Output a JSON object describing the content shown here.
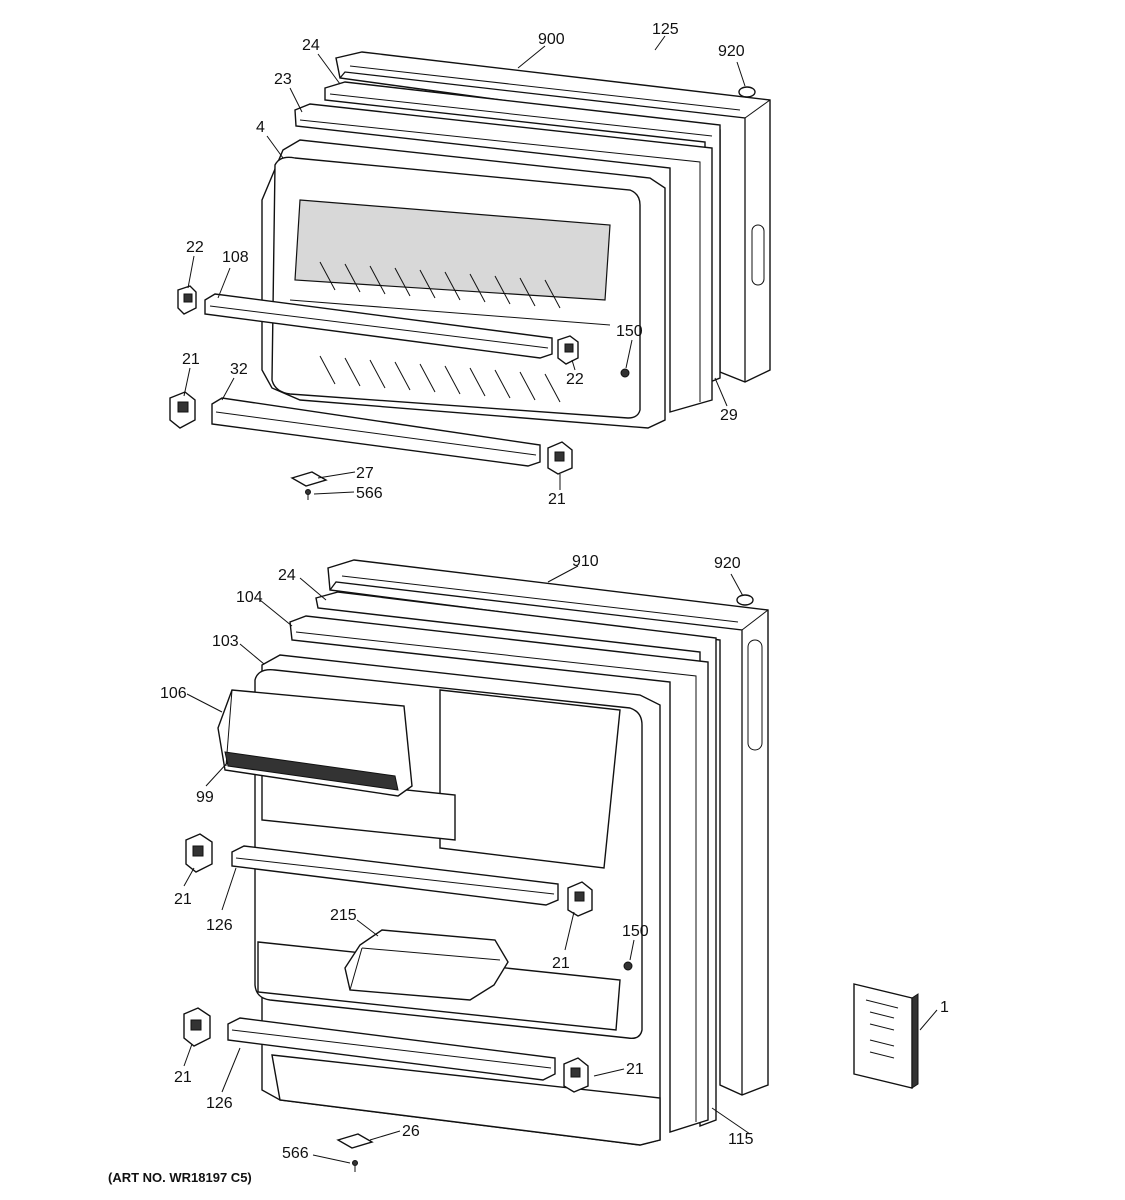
{
  "labels": {
    "top_24": "24",
    "top_900": "900",
    "top_125": "125",
    "top_920": "920",
    "top_23": "23",
    "top_4": "4",
    "top_22_left": "22",
    "top_108": "108",
    "top_150": "150",
    "top_22_right": "22",
    "top_21_left": "21",
    "top_32": "32",
    "top_29": "29",
    "top_21_right": "21",
    "top_27": "27",
    "top_566": "566",
    "bot_910": "910",
    "bot_920": "920",
    "bot_24": "24",
    "bot_104": "104",
    "bot_103": "103",
    "bot_106": "106",
    "bot_99": "99",
    "bot_21_a": "21",
    "bot_126_a": "126",
    "bot_215": "215",
    "bot_150": "150",
    "bot_21_b": "21",
    "bot_1": "1",
    "bot_21_c": "21",
    "bot_126_b": "126",
    "bot_21_d": "21",
    "bot_115": "115",
    "bot_26": "26",
    "bot_566": "566"
  },
  "caption": "(ART NO. WR18197 C5)"
}
